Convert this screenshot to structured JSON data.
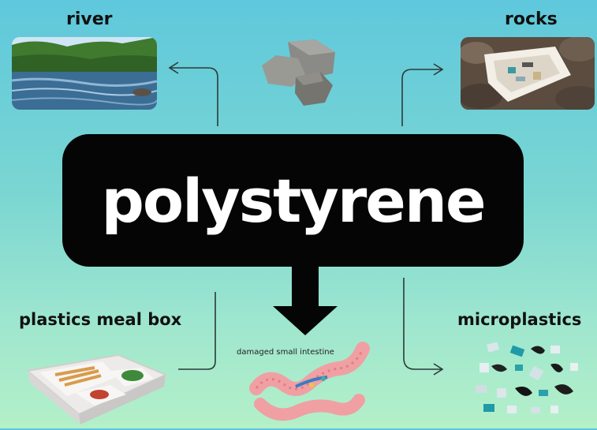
{
  "center": {
    "label": "polystyrene"
  },
  "nodes": {
    "river": "river",
    "rocks": "rocks",
    "meal_box": "plastics meal box",
    "microplastics": "microplastics",
    "intestine_caption": "damaged small intestine"
  },
  "colors": {
    "background_top": "#5fc8dc",
    "background_bottom": "#b4f0c8",
    "center_box": "#050505",
    "center_text": "#ffffff"
  }
}
